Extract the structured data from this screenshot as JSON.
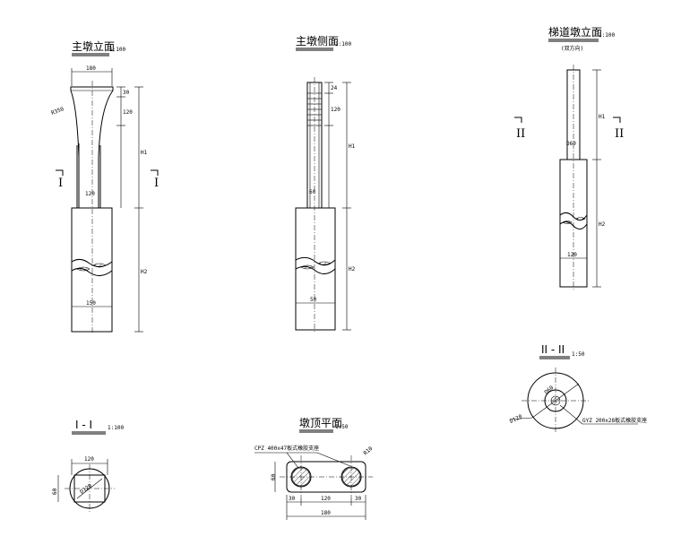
{
  "views": {
    "front": {
      "title": "主墩立面",
      "scale": "1:100",
      "dims": {
        "top_width": "180",
        "d1": "30",
        "d2": "120",
        "h1": "H1",
        "radius": "R350",
        "waist": "120",
        "h2": "H2",
        "bottom_width": "150"
      }
    },
    "side": {
      "title": "主墩侧面",
      "scale": "1:100",
      "dims": {
        "d1": "24",
        "d2": "120",
        "h1": "H1",
        "waist": "60",
        "h2": "H2",
        "bottom_width": "50"
      }
    },
    "stair": {
      "title": "梯道墩立面",
      "scale": "1:100",
      "subtitle": "(双方向)",
      "dims": {
        "h1": "H1",
        "col": "D60",
        "h2": "H2",
        "bottom_width": "120"
      }
    },
    "sec1": {
      "title": "I - I",
      "scale": "1:100",
      "dims": {
        "width": "120",
        "height": "60",
        "dia": "D120"
      }
    },
    "cap": {
      "title": "墩顶平面",
      "scale": "1:50",
      "note": "CPZ 400x47板式橡胶支座",
      "radius": "R10",
      "dims": {
        "height": "60",
        "a": "30",
        "b": "120",
        "c": "30",
        "total": "180"
      }
    },
    "sec2": {
      "title": "II - II",
      "scale": "1:50",
      "note": "GYZ 200x28板式橡胶支座",
      "dims": {
        "outer": "D120",
        "inner": "D60"
      }
    }
  },
  "section_marks": {
    "I": "I",
    "II": "II"
  }
}
